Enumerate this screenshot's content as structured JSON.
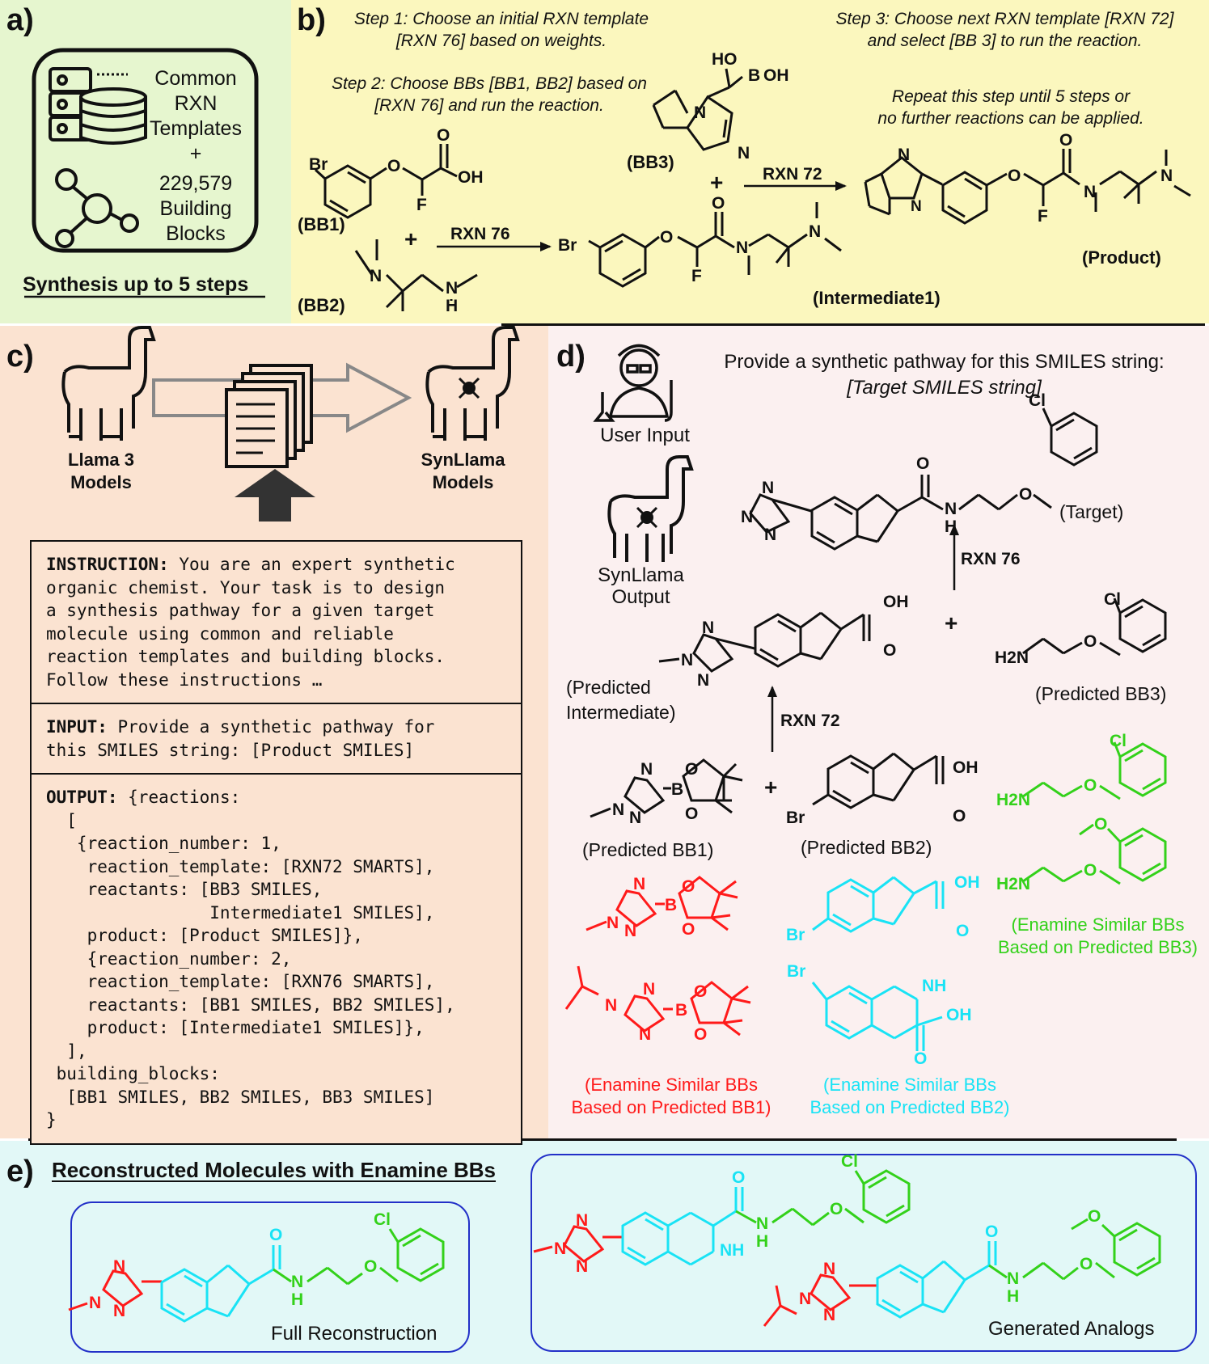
{
  "panels": {
    "a": {
      "label": "a)",
      "line1": "Common",
      "line2": "RXN",
      "line3": "Templates",
      "plus": "+",
      "line4": "229,579",
      "line5": "Building",
      "line6": "Blocks",
      "footer": "Synthesis up to 5 steps",
      "icons": [
        "database-icon",
        "network-icon"
      ]
    },
    "b": {
      "label": "b)",
      "step1": [
        "Step 1: Choose an initial RXN template",
        "[RXN 76] based on weights."
      ],
      "step2": [
        "Step 2: Choose BBs [BB1, BB2] based on",
        "[RXN 76] and run the reaction."
      ],
      "step3": [
        "Step 3: Choose next RXN template [RXN 72]",
        "and select [BB 3] to run the reaction."
      ],
      "repeat": [
        "Repeat this step until 5 steps or",
        "no further reactions can be applied."
      ],
      "bb1": "(BB1)",
      "bb2": "(BB2)",
      "bb3": "(BB3)",
      "intermediate": "(Intermediate1)",
      "product": "(Product)",
      "rxn76": "RXN 76",
      "rxn72": "RXN 72",
      "plus": "+",
      "atoms": {
        "br": "Br",
        "o": "O",
        "oh": "OH",
        "f": "F",
        "n": "N",
        "h": "H",
        "ho": "HO",
        "bb": "B"
      }
    },
    "c": {
      "label": "c)",
      "llama": [
        "Llama 3",
        "Models"
      ],
      "synllama": [
        "SynLlama",
        "Models"
      ],
      "instruction_head": "INSTRUCTION:",
      "instruction_lines": [
        " You are an expert synthetic",
        "organic chemist. Your task is to design",
        "a synthesis pathway for a given target",
        "molecule using common and reliable",
        "reaction templates and building blocks.",
        "Follow these instructions …"
      ],
      "input_head": "INPUT:",
      "input_lines": [
        " Provide a synthetic pathway for",
        "this SMILES string: [Product SMILES]"
      ],
      "output_head": "OUTPUT:",
      "output_lines": [
        " {reactions:",
        "  [",
        "   {reaction_number: 1,",
        "    reaction_template: [RXN72 SMARTS],",
        "    reactants: [BB3 SMILES,",
        "                Intermediate1 SMILES],",
        "    product: [Product SMILES]},",
        "    {reaction_number: 2,",
        "    reaction_template: [RXN76 SMARTS],",
        "    reactants: [BB1 SMILES, BB2 SMILES],",
        "    product: [Intermediate1 SMILES]},",
        "  ],",
        " building_blocks:",
        "  [BB1 SMILES, BB2 SMILES, BB3 SMILES]",
        "}"
      ]
    },
    "d": {
      "label": "d)",
      "prompt": [
        "Provide a synthetic pathway for this SMILES string:",
        "[Target SMILES string]"
      ],
      "user_input": "User Input",
      "synllama_output": [
        "SynLlama",
        "Output"
      ],
      "target": "(Target)",
      "rxn76": "RXN 76",
      "rxn72": "RXN 72",
      "plus": "+",
      "pred_intermediate": [
        "(Predicted",
        "Intermediate)"
      ],
      "pred_bb1": "(Predicted BB1)",
      "pred_bb2": "(Predicted BB2)",
      "pred_bb3": "(Predicted BB3)",
      "enamine_bb1": [
        "(Enamine Similar BBs",
        "Based on Predicted BB1)"
      ],
      "enamine_bb2": [
        "(Enamine Similar BBs",
        "Based on Predicted BB2)"
      ],
      "enamine_bb3": [
        "(Enamine Similar BBs",
        "Based on Predicted BB3)"
      ],
      "atoms": {
        "cl": "Cl",
        "o": "O",
        "oh": "OH",
        "n": "N",
        "h": "H",
        "h2n": "H2N",
        "br": "Br",
        "bb": "B",
        "nh": "NH"
      }
    },
    "e": {
      "label": "e)",
      "title": "Reconstructed Molecules with Enamine BBs",
      "full": "Full Reconstruction",
      "analogs": "Generated Analogs",
      "atoms": {
        "cl": "Cl",
        "o": "O",
        "n": "N",
        "h": "H",
        "nh": "NH"
      }
    }
  },
  "colors": {
    "panel_a_bg": "#e6f6cf",
    "panel_b_bg": "#fbf7be",
    "panel_c_bg": "#fbe3d1",
    "panel_d_bg": "#fbf0f0",
    "panel_e_bg": "#e2f8f7",
    "bb1_red": "#ff1a1a",
    "bb2_cyan": "#19e3f5",
    "bb3_green": "#33d11a",
    "box_blue": "#2230c8"
  }
}
